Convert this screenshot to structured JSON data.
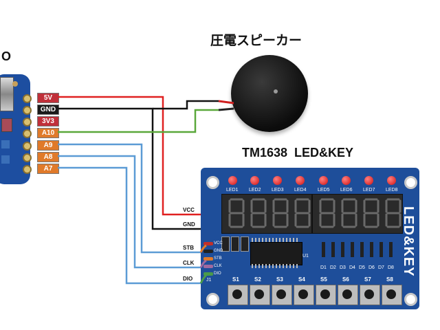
{
  "titles": {
    "speaker": "圧電スピーカー",
    "module": "TM1638  LED&KEY",
    "mcu_partial": "O"
  },
  "mcu_pins": [
    {
      "label": "5V",
      "color": "#c0303a"
    },
    {
      "label": "GND",
      "color": "#1a1a1a"
    },
    {
      "label": "3V3",
      "color": "#c0303a"
    },
    {
      "label": "A10",
      "color": "#e07a2a"
    },
    {
      "label": "A9",
      "color": "#e07a2a"
    },
    {
      "label": "A8",
      "color": "#e07a2a"
    },
    {
      "label": "A7",
      "color": "#e07a2a"
    }
  ],
  "module_pins": [
    "VCC",
    "GND",
    "STB",
    "CLK",
    "DIO"
  ],
  "module_board": {
    "leds": [
      "LED1",
      "LED2",
      "LED3",
      "LED4",
      "LED5",
      "LED6",
      "LED7",
      "LED8"
    ],
    "switches": [
      "S1",
      "S2",
      "S3",
      "S4",
      "S5",
      "S6",
      "S7",
      "S8"
    ],
    "diodes": [
      "D1",
      "D2",
      "D3",
      "D4",
      "D5",
      "D6",
      "D7",
      "D8"
    ],
    "side_text": "LED&KEY",
    "chip_label": "U1",
    "header_small": [
      "VCC",
      "GND",
      "STB",
      "CLK",
      "DIO"
    ],
    "j1": "J1"
  },
  "colors": {
    "wire_red": "#e02020",
    "wire_black": "#111111",
    "wire_green": "#5aa83a",
    "wire_blue": "#5b9bd5",
    "board_blue": "#1e4e9a"
  }
}
